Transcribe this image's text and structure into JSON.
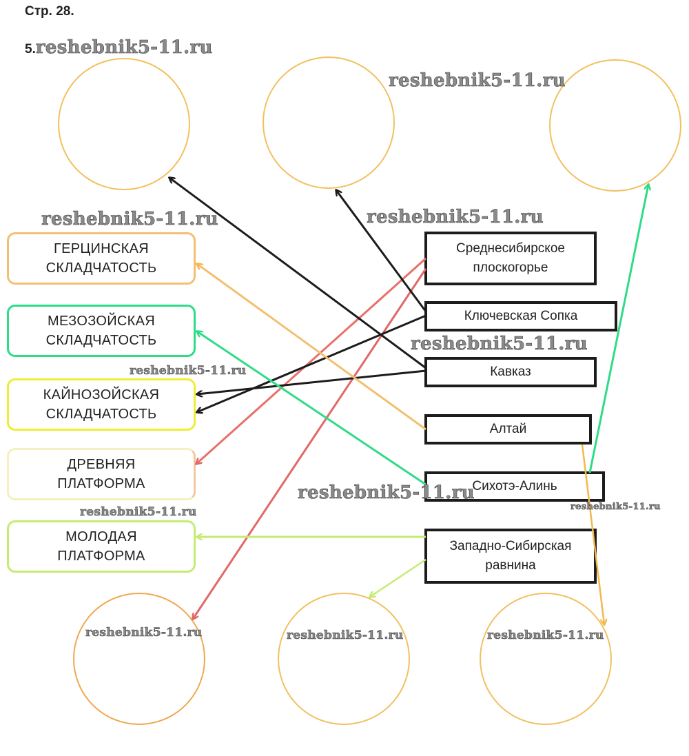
{
  "header": {
    "page_label": "Стр. 28.",
    "task_number": "5."
  },
  "watermark": "reshebnik5-11.ru",
  "left_categories": [
    {
      "id": "hercynian",
      "line1": "ГЕРЦИНСКАЯ",
      "line2": "СКЛАДЧАТОСТЬ",
      "color": "#f2c070"
    },
    {
      "id": "mesozoic",
      "line1": "МЕЗОЗОЙСКАЯ",
      "line2": "СКЛАДЧАТОСТЬ",
      "color": "#2edc86"
    },
    {
      "id": "cenozoic",
      "line1": "КАЙНОЗОЙСКАЯ",
      "line2": "СКЛАДЧАТОСТЬ",
      "color": "#f0ee30"
    },
    {
      "id": "ancient-platform",
      "line1": "ДРЕВНЯЯ",
      "line2": "ПЛАТФОРМА",
      "color": "#f4f0c0"
    },
    {
      "id": "young-platform",
      "line1": "МОЛОДАЯ",
      "line2": "ПЛАТФОРМА",
      "color": "#c4ec70"
    }
  ],
  "right_regions": [
    {
      "id": "central-siberian",
      "line1": "Среднесибирское",
      "line2": "плоскогорье"
    },
    {
      "id": "klyuchevskaya",
      "line1": "Ключевская Сопка",
      "line2": ""
    },
    {
      "id": "caucasus",
      "line1": "Кавказ",
      "line2": ""
    },
    {
      "id": "altai",
      "line1": "Алтай",
      "line2": ""
    },
    {
      "id": "sikhote-alin",
      "line1": "Сихотэ-Алинь",
      "line2": ""
    },
    {
      "id": "west-siberian",
      "line1": "Западно-Сибирская",
      "line2": "равнина"
    }
  ],
  "connections": [
    {
      "from": "central-siberian",
      "to": "ancient-platform",
      "color": "#e8706a"
    },
    {
      "from": "central-siberian",
      "to": "circle-bottom-left",
      "color": "#e06868"
    },
    {
      "from": "klyuchevskaya",
      "to": "circle-top-middle",
      "color": "#1c1c1c"
    },
    {
      "from": "klyuchevskaya",
      "to": "cenozoic",
      "color": "#1c1c1c"
    },
    {
      "from": "caucasus",
      "to": "circle-top-left",
      "color": "#1c1c1c"
    },
    {
      "from": "caucasus",
      "to": "cenozoic",
      "color": "#1c1c1c"
    },
    {
      "from": "altai",
      "to": "hercynian",
      "color": "#f2c070"
    },
    {
      "from": "altai",
      "to": "circle-bottom-right",
      "color": "#f2b850"
    },
    {
      "from": "sikhote-alin",
      "to": "mesozoic",
      "color": "#2edc86"
    },
    {
      "from": "sikhote-alin",
      "to": "circle-top-right",
      "color": "#2edc86"
    },
    {
      "from": "west-siberian",
      "to": "young-platform",
      "color": "#c4ec70"
    },
    {
      "from": "west-siberian",
      "to": "circle-bottom-middle",
      "color": "#c4ec70"
    }
  ],
  "circles": [
    {
      "id": "circle-top-left",
      "label": ""
    },
    {
      "id": "circle-top-middle",
      "label": ""
    },
    {
      "id": "circle-top-right",
      "label": ""
    },
    {
      "id": "circle-bottom-left",
      "label": ""
    },
    {
      "id": "circle-bottom-middle",
      "label": ""
    },
    {
      "id": "circle-bottom-right",
      "label": ""
    }
  ],
  "colors": {
    "circle_border": "#f2c060",
    "region_border": "#1c1c1c",
    "text": "#222222"
  }
}
